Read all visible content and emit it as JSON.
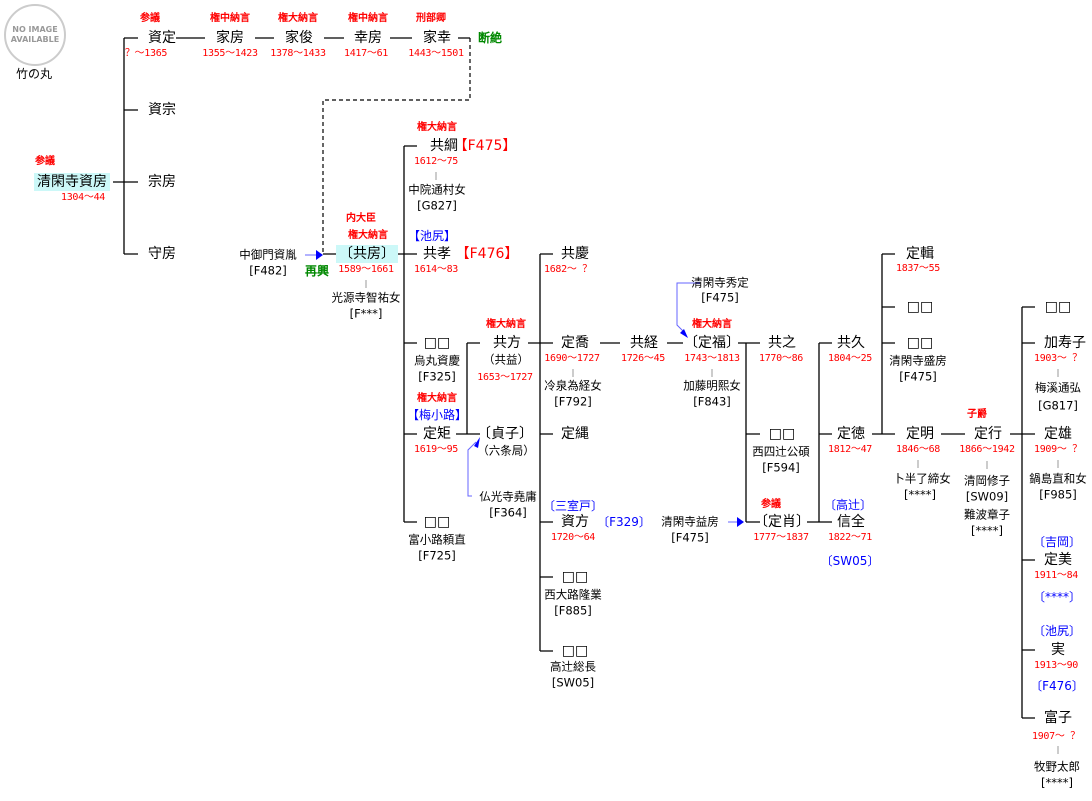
{
  "placeholder": {
    "line1": "NO IMAGE",
    "line2": "AVAILABLE"
  },
  "crest": "竹の丸",
  "people": {
    "p0": {
      "title": "参議",
      "name": "清閑寺資房",
      "years": "1304〜44"
    },
    "p1": {
      "title": "参議",
      "name": "資定",
      "years": "？〜1365"
    },
    "p2": {
      "title": "権中納言",
      "name": "家房",
      "years": "1355〜1423"
    },
    "p3": {
      "title": "権大納言",
      "name": "家俊",
      "years": "1378〜1433"
    },
    "p4": {
      "title": "権中納言",
      "name": "幸房",
      "years": "1417〜61"
    },
    "p5": {
      "title": "刑部卿",
      "name": "家幸",
      "years": "1443〜1501",
      "note": "断絶"
    },
    "p6": {
      "name": "資宗"
    },
    "p7": {
      "name": "宗房"
    },
    "p8": {
      "name": "守房"
    },
    "p9": {
      "name": "中御門資胤",
      "code": "[F482]",
      "note": "再興"
    },
    "p10": {
      "title": "内大臣",
      "title2": "権大納言",
      "name": "〔共房〕",
      "years": "1589〜1661",
      "spouse": "光源寺智祐女",
      "spouse_code": "[F***]"
    },
    "p11": {
      "title": "権大納言",
      "name": "共綱",
      "house": "【F475】",
      "years": "1612〜75",
      "spouse": "中院通村女",
      "spouse_code": "[G827]"
    },
    "p12": {
      "family": "【池尻】",
      "name": "共孝",
      "house": "【F476】",
      "years": "1614〜83"
    },
    "p13": {
      "name": "□□",
      "note": "烏丸資慶",
      "note_code": "[F325]"
    },
    "p14": {
      "title": "権大納言",
      "family": "【梅小路】",
      "name": "定矩",
      "years": "1619〜95"
    },
    "p15": {
      "name": "□□",
      "note": "富小路頼直",
      "note_code": "[F725]"
    },
    "p16": {
      "title": "権大納言",
      "name": "共方",
      "alt": "（共益）",
      "years": "1653〜1727"
    },
    "p17": {
      "name": "〔貞子〕",
      "alt": "（六条局）"
    },
    "p18": {
      "name": "仏光寺堯庸",
      "code": "[F364]"
    },
    "p19": {
      "name": "共慶",
      "years": "1682〜 ？"
    },
    "p20": {
      "name": "定喬",
      "years": "1690〜1727",
      "spouse": "冷泉為経女",
      "spouse_code": "[F792]"
    },
    "p21": {
      "name": "定縄"
    },
    "p22": {
      "family": "〔三室戸〕",
      "name": "資方",
      "house": "〔F329〕",
      "years": "1720〜64"
    },
    "p23": {
      "name": "□□",
      "note": "西大路隆業",
      "note_code": "[F885]"
    },
    "p24": {
      "name": "□□",
      "note": "高辻総長",
      "note_code": "[SW05]"
    },
    "p25": {
      "name": "共経",
      "years": "1726〜45"
    },
    "p26": {
      "name": "清閑寺秀定",
      "code": "[F475]"
    },
    "p27": {
      "title": "権大納言",
      "name": "〔定福〕",
      "years": "1743〜1813",
      "spouse": "加藤明熙女",
      "spouse_code": "[F843]"
    },
    "p28": {
      "name": "共之",
      "years": "1770〜86"
    },
    "p29": {
      "name": "□□",
      "note": "西四辻公碩",
      "note_code": "[F594]"
    },
    "p30": {
      "name": "清閑寺益房",
      "code": "[F475]"
    },
    "p31": {
      "title": "参議",
      "name": "〔定肖〕",
      "years": "1777〜1837"
    },
    "p32": {
      "name": "共久",
      "years": "1804〜25"
    },
    "p33": {
      "name": "定徳",
      "years": "1812〜47"
    },
    "p34": {
      "family": "〔高辻〕",
      "name": "信全",
      "years": "1822〜71",
      "house": "〔SW05〕"
    },
    "p35": {
      "name": "定輯",
      "years": "1837〜55"
    },
    "p36": {
      "name": "□□"
    },
    "p37": {
      "name": "□□",
      "note": "清閑寺盛房",
      "note_code": "[F475]"
    },
    "p38": {
      "name": "定明",
      "years": "1846〜68",
      "spouse": "卜半了締女",
      "spouse_code": "[****]"
    },
    "p39": {
      "title": "子爵",
      "name": "定行",
      "years": "1866〜1942",
      "spouse": "清岡修子",
      "spouse_code": "[SW09]",
      "spouse2": "難波章子",
      "spouse2_code": "[****]"
    },
    "p40": {
      "name": "□□"
    },
    "p41": {
      "name": "加寿子",
      "years": "1903〜 ？",
      "spouse": "梅溪通弘",
      "spouse_code": "[G817]"
    },
    "p42": {
      "name": "定雄",
      "years": "1909〜 ？",
      "spouse": "鍋島直和女",
      "spouse_code": "[F985]"
    },
    "p43": {
      "family": "〔吉岡〕",
      "name": "定美",
      "years": "1911〜84",
      "house": "〔****〕"
    },
    "p44": {
      "family": "〔池尻〕",
      "name": "実",
      "years": "1913〜90",
      "house": "〔F476〕"
    },
    "p45": {
      "name": "富子",
      "years": "1907〜 ？",
      "spouse": "牧野太郎",
      "spouse_code": "[****]"
    }
  }
}
